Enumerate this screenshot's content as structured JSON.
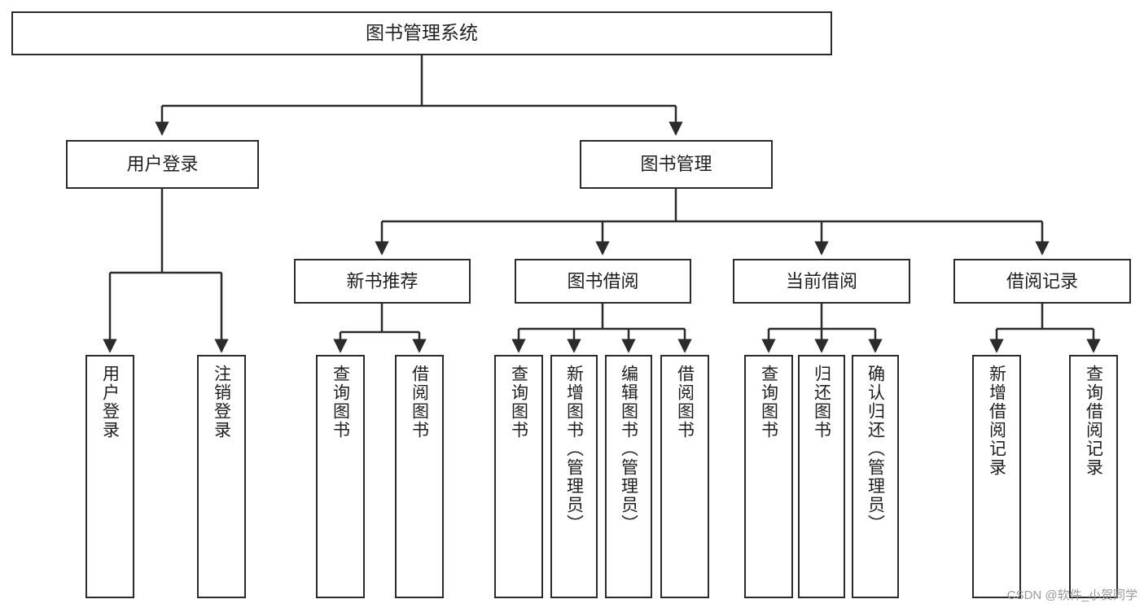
{
  "diagram": {
    "title": "图书管理系统",
    "type": "tree-hierarchy",
    "orientation": "top-down",
    "watermark": "CSDN @软件_小贺同学",
    "colors": {
      "border": "#2b2b2b",
      "text": "#1f1f1f",
      "background": "#ffffff",
      "connector": "#2b2b2b",
      "watermark": "#9a9a9a"
    },
    "nodes": {
      "root": {
        "label": "图书管理系统"
      },
      "level1": [
        {
          "label": "用户登录"
        },
        {
          "label": "图书管理"
        }
      ],
      "level2": [
        {
          "label": "新书推荐"
        },
        {
          "label": "图书借阅"
        },
        {
          "label": "当前借阅"
        },
        {
          "label": "借阅记录"
        }
      ],
      "leaves": {
        "user_login": [
          {
            "label": "用户登录"
          },
          {
            "label": "注销登录"
          }
        ],
        "new_book_recommend": [
          {
            "label": "查询图书"
          },
          {
            "label": "借阅图书"
          }
        ],
        "book_borrow": [
          {
            "label": "查询图书"
          },
          {
            "label": "新增图书（管理员）"
          },
          {
            "label": "编辑图书（管理员）"
          },
          {
            "label": "借阅图书"
          }
        ],
        "current_borrow": [
          {
            "label": "查询图书"
          },
          {
            "label": "归还图书"
          },
          {
            "label": "确认归还（管理员）"
          }
        ],
        "borrow_record": [
          {
            "label": "新增借阅记录"
          },
          {
            "label": "查询借阅记录"
          }
        ]
      }
    }
  }
}
